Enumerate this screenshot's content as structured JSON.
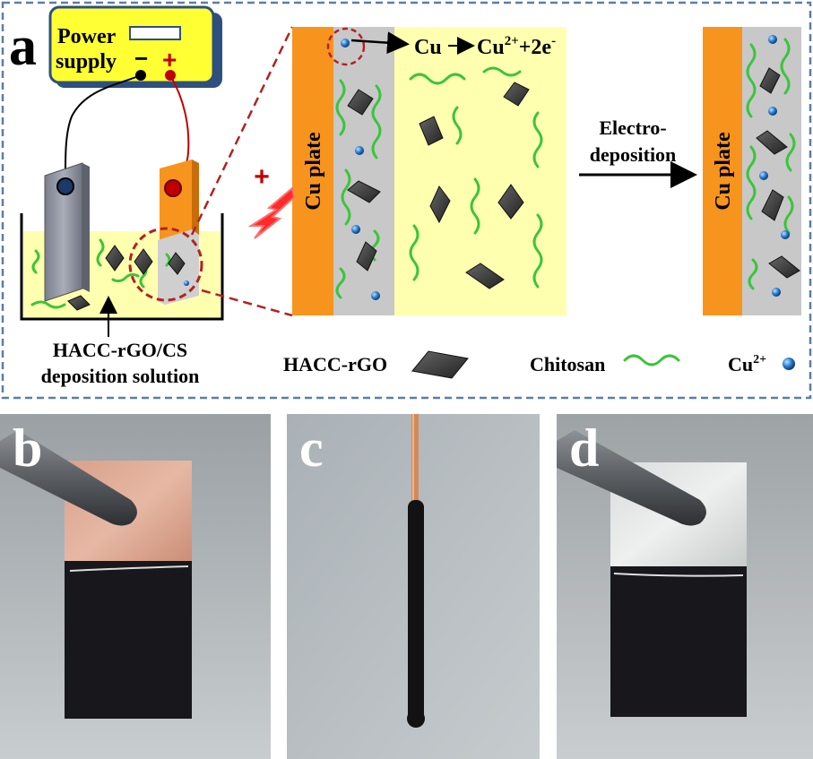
{
  "panel_a": {
    "label": "a",
    "power_supply": {
      "title_line1": "Power",
      "title_line2": "supply",
      "minus": "−",
      "plus": "+"
    },
    "solution_label_line1": "HACC-rGO/CS",
    "solution_label_line2": "deposition solution",
    "cu_plate_label": "Cu plate",
    "cu_plate_label_right": "Cu plate",
    "anode_sign": "+",
    "reaction": {
      "lhs": "Cu",
      "rhs_base": "Cu",
      "rhs_sup": "2+",
      "rhs_tail": "+2e",
      "rhs_sup2": "-"
    },
    "electrodeposition_line1": "Electro-",
    "electrodeposition_line2": "deposition",
    "legend": {
      "hacc_rgo": "HACC-rGO",
      "chitosan": "Chitosan",
      "cu2_base": "Cu",
      "cu2_sup": "2+"
    },
    "colors": {
      "frame": "#5a7fa6",
      "cu_plate": "#f7941d",
      "solution": "#ffffb0",
      "film": "#c8c8c8",
      "chitosan": "#3cc43c",
      "rgo": "#3a3a3a",
      "cu_ion": "#2a7fd4",
      "highlight": "#b22222"
    }
  },
  "photos": {
    "b": {
      "label": "b"
    },
    "c": {
      "label": "c"
    },
    "d": {
      "label": "d"
    }
  }
}
